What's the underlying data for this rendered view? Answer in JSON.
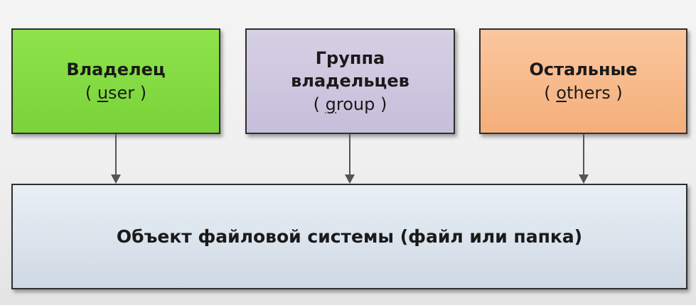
{
  "boxes": {
    "user": {
      "title": "Владелец",
      "sub_prefix": "( ",
      "sub_first": "u",
      "sub_rest": "ser",
      "sub_suffix": " )"
    },
    "group": {
      "title_line1": "Группа",
      "title_line2": "владельцев",
      "sub_prefix": "( ",
      "sub_first": "g",
      "sub_rest": "roup",
      "sub_suffix": " )"
    },
    "others": {
      "title": "Остальные",
      "sub_prefix": "( ",
      "sub_first": "o",
      "sub_rest": "thers",
      "sub_suffix": " )"
    },
    "object": {
      "title": "Объект файловой системы (файл или папка)"
    }
  },
  "colors": {
    "user": "#7ad33a",
    "group": "#c6bedb",
    "others": "#f4ae7a",
    "object": "#dde5ee",
    "arrow": "#555555"
  }
}
